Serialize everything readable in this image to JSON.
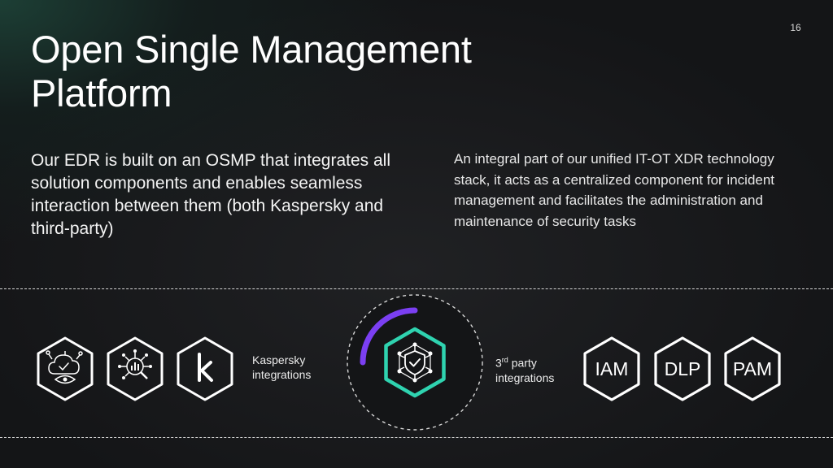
{
  "page_number": "16",
  "title_line1": "Open Single Management",
  "title_line2": "Platform",
  "left_paragraph": "Our EDR is built on an OSMP that integrates all solution components and enables seamless interaction between them (both Kaspersky and third-party)",
  "right_paragraph": "An integral part of our unified IT-OT XDR technology stack, it acts as a centralized component for incident management and facilitates the administration and maintenance of security tasks",
  "kaspersky_label": {
    "line1": "Kaspersky",
    "line2": "integrations"
  },
  "third_party_label": {
    "superscript_base": "3",
    "superscript": "rd",
    "line1_rest": " party",
    "line2": "integrations"
  },
  "kaspersky_icons": [
    "cloud-eye-icon",
    "network-analysis-icon",
    "kaspersky-k-logo"
  ],
  "third_party_badges": [
    "IAM",
    "DLP",
    "PAM"
  ],
  "center_icon": "shield-check-network-icon",
  "colors": {
    "background": "#141517",
    "accent_green": "#2fd3b0",
    "accent_purple": "#7b3ff2",
    "text": "#ffffff"
  }
}
